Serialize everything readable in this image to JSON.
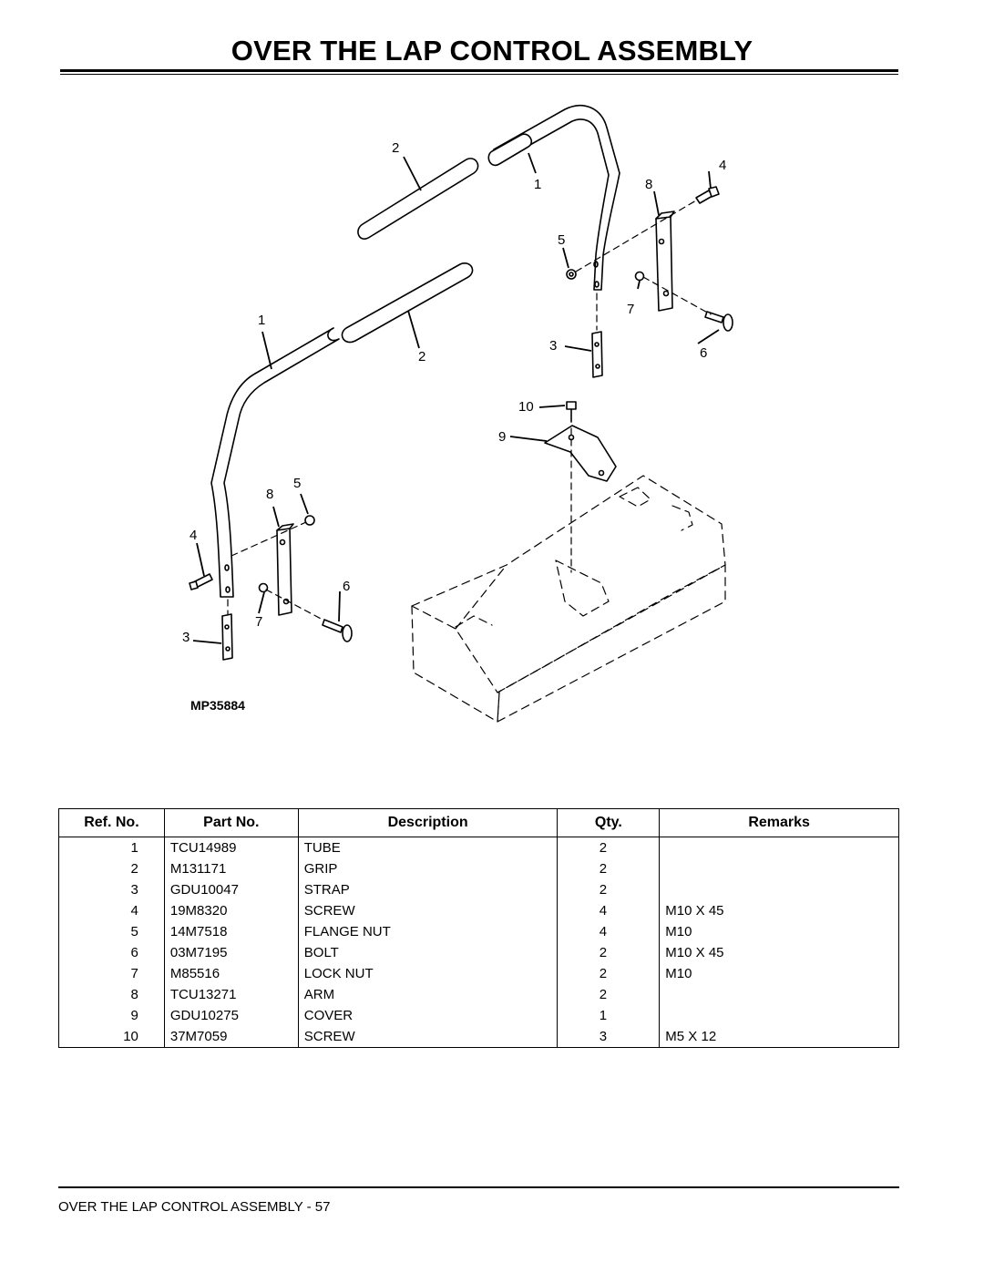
{
  "page": {
    "title": "OVER THE LAP CONTROL ASSEMBLY",
    "footer": "OVER THE LAP CONTROL ASSEMBLY - 57"
  },
  "diagram": {
    "figure_id": "MP35884",
    "callouts": {
      "right_grip_2": "2",
      "right_tube_1": "1",
      "right_screw_4": "4",
      "right_arm_8": "8",
      "right_nut_5": "5",
      "right_locknut_7": "7",
      "right_strap_3": "3",
      "right_bolt_6": "6",
      "left_tube_1": "1",
      "left_grip_2": "2",
      "cover_screw_10": "10",
      "cover_9": "9",
      "left_arm_8": "8",
      "left_nut_5": "5",
      "left_screw_4": "4",
      "left_bolt_6": "6",
      "left_locknut_7": "7",
      "left_strap_3": "3"
    }
  },
  "parts_table": {
    "headers": {
      "ref": "Ref. No.",
      "part": "Part No.",
      "desc": "Description",
      "qty": "Qty.",
      "remarks": "Remarks"
    },
    "rows": [
      {
        "ref": "1",
        "part": "TCU14989",
        "desc": "TUBE",
        "qty": "2",
        "remarks": ""
      },
      {
        "ref": "2",
        "part": "M131171",
        "desc": "GRIP",
        "qty": "2",
        "remarks": ""
      },
      {
        "ref": "3",
        "part": "GDU10047",
        "desc": "STRAP",
        "qty": "2",
        "remarks": ""
      },
      {
        "ref": "4",
        "part": "19M8320",
        "desc": "SCREW",
        "qty": "4",
        "remarks": "M10 X 45"
      },
      {
        "ref": "5",
        "part": "14M7518",
        "desc": "FLANGE NUT",
        "qty": "4",
        "remarks": "M10"
      },
      {
        "ref": "6",
        "part": "03M7195",
        "desc": "BOLT",
        "qty": "2",
        "remarks": "M10 X 45"
      },
      {
        "ref": "7",
        "part": "M85516",
        "desc": "LOCK NUT",
        "qty": "2",
        "remarks": "M10"
      },
      {
        "ref": "8",
        "part": "TCU13271",
        "desc": "ARM",
        "qty": "2",
        "remarks": ""
      },
      {
        "ref": "9",
        "part": "GDU10275",
        "desc": "COVER",
        "qty": "1",
        "remarks": ""
      },
      {
        "ref": "10",
        "part": "37M7059",
        "desc": "SCREW",
        "qty": "3",
        "remarks": "M5 X 12"
      }
    ]
  }
}
